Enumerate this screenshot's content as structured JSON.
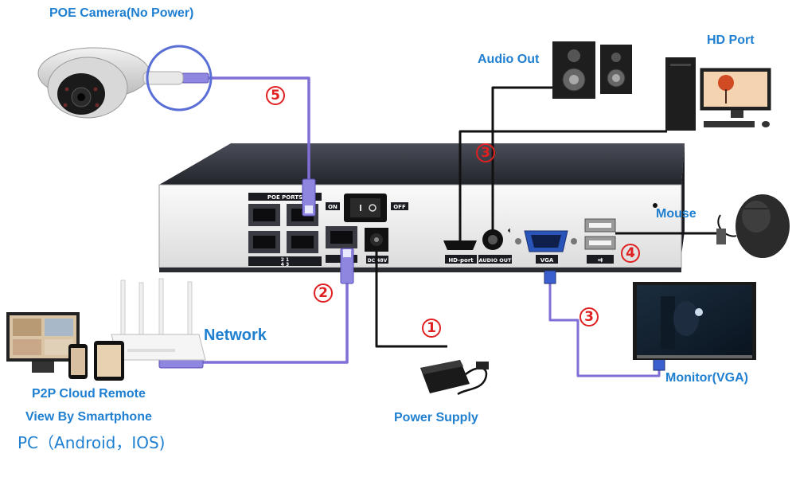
{
  "labels": {
    "poe_camera": "POE Camera(No Power)",
    "audio_out": "Audio Out",
    "hd_port": "HD Port",
    "mouse": "Mouse",
    "network": "Network",
    "p2p_line1": "P2P Cloud Remote",
    "p2p_line2": "View By Smartphone",
    "p2p_line3": "PC（Android，IOS)",
    "power_supply": "Power Supply",
    "monitor": "Monitor(VGA)"
  },
  "markers": {
    "m1": "1",
    "m2": "2",
    "m3_top": "3",
    "m3_bottom": "3",
    "m4": "4",
    "m5": "5"
  },
  "panel": {
    "poe_ports": "POE PORTS",
    "on": "ON",
    "off": "OFF",
    "hd_port": "HD-port",
    "audio_out": "AUDIO OUT",
    "vga": "VGA",
    "dc": "DC 48V",
    "port_nums_top": "2        1",
    "port_nums_bottom": "4        3"
  },
  "colors": {
    "label_blue": "#1f7fd0",
    "marker_red": "#e02020",
    "cable_purple": "#7f6fd6",
    "cable_black": "#111111"
  }
}
